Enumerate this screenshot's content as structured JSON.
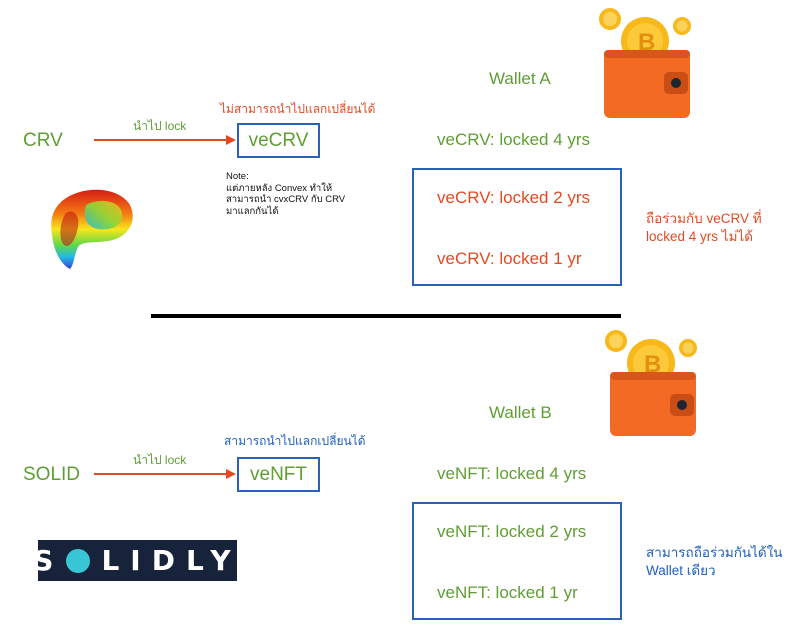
{
  "colors": {
    "green": "#5f9e33",
    "red": "#e34a22",
    "blue": "#1f5fbf",
    "box_border": "#2a62b8",
    "wallet": "#f26a24",
    "coin": "#f8b81a"
  },
  "top": {
    "token_label": "CRV",
    "arrow_label": "นำไป lock",
    "status_label": "ไม่สามารถนำไปแลกเปลี่ยนได้",
    "box_label": "veCRV",
    "note_lines": [
      "Note:",
      "แต่ภายหลัง Convex ทำให้",
      "สามารถนำ cvxCRV กับ CRV",
      "มาแลกกันได้"
    ],
    "wallet_title": "Wallet A",
    "locked_main": "veCRV: locked 4 yrs",
    "locked_items": [
      "veCRV: locked 2 yrs",
      "veCRV: locked 1 yr"
    ],
    "side_note_lines": [
      "ถือร่วมกับ veCRV ที่",
      "locked 4 yrs ไม่ได้"
    ],
    "icons": {
      "logo": "curve-logo-icon",
      "wallet": "wallet-icon"
    }
  },
  "bottom": {
    "token_label": "SOLID",
    "arrow_label": "นำไป lock",
    "status_label": "สามารถนำไปแลกเปลี่ยนได้",
    "box_label": "veNFT",
    "wallet_title": "Wallet B",
    "locked_main": "veNFT: locked 4 yrs",
    "locked_items": [
      "veNFT: locked 2 yrs",
      "veNFT: locked 1 yr"
    ],
    "side_note_lines": [
      "สามารถถือร่วมกันได้ใน",
      "Wallet เดียว"
    ],
    "logo_text_start": "S",
    "logo_text_end": "LIDLY",
    "icons": {
      "logo": "solidly-logo-icon",
      "wallet": "wallet-icon"
    }
  }
}
